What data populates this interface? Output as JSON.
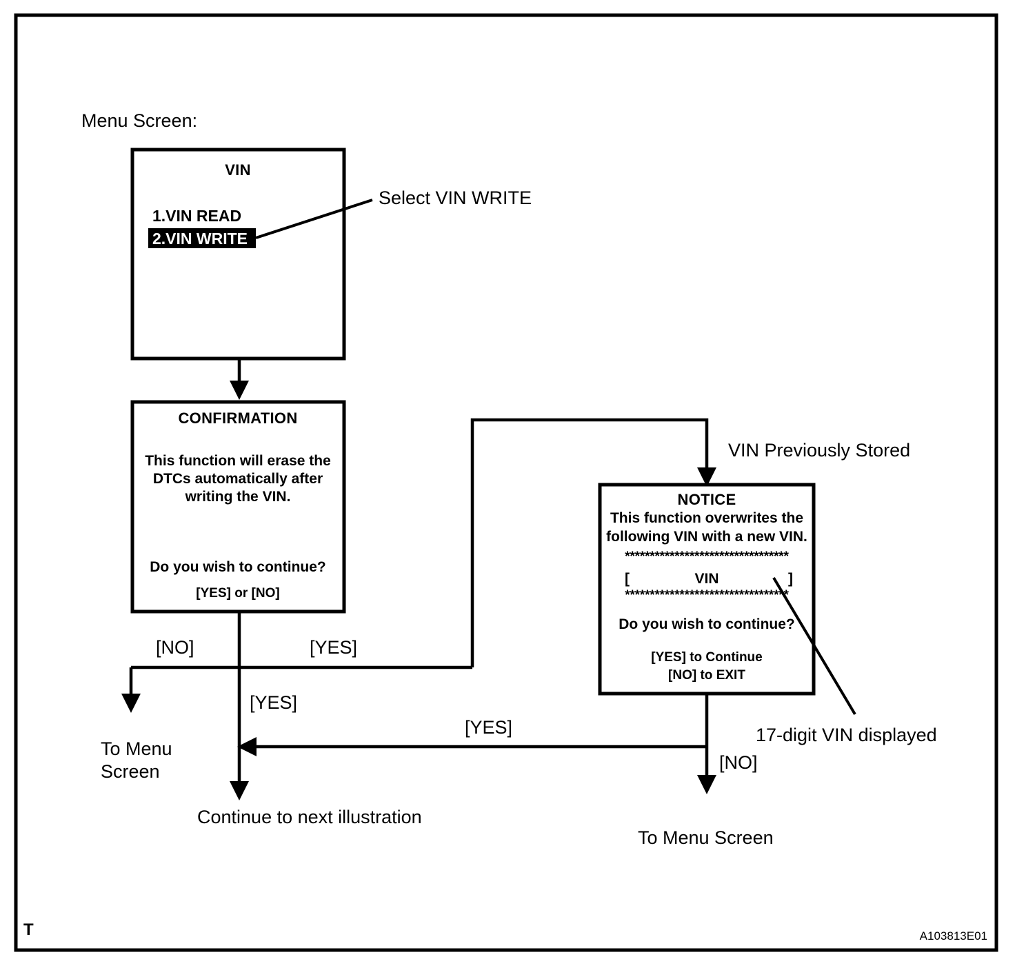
{
  "page": {
    "corner_mark": "T",
    "figure_code": "A103813E01",
    "caption": "Menu Screen:"
  },
  "screens": {
    "vin_menu": {
      "title": "VIN",
      "items": [
        {
          "label": "1.VIN READ",
          "selected": false
        },
        {
          "label": "2.VIN WRITE",
          "selected": true
        }
      ]
    },
    "confirmation": {
      "title": "CONFIRMATION",
      "body_line1": "This function will erase the",
      "body_line2": "DTCs automatically after",
      "body_line3": "writing the VIN.",
      "question": "Do you wish to continue?",
      "choices": "[YES] or [NO]"
    },
    "notice": {
      "title": "NOTICE",
      "body_line1": "This function overwrites the",
      "body_line2": "following VIN with a new VIN.",
      "separator_top": "*********************************",
      "vin_open_bracket": "[",
      "vin_value": "VIN",
      "vin_close_bracket": "]",
      "separator_bottom": "*********************************",
      "question": "Do you wish to continue?",
      "choice_yes": "[YES] to Continue",
      "choice_no": "[NO] to EXIT"
    }
  },
  "callouts": {
    "select_vin_write": "Select VIN WRITE",
    "vin_previously_stored": "VIN Previously Stored",
    "seventeen_digit_vin": "17-digit VIN displayed"
  },
  "edges": {
    "conf_no": "[NO]",
    "conf_yes_right": "[YES]",
    "conf_yes_down": "[YES]",
    "notice_yes": "[YES]",
    "notice_no": "[NO]"
  },
  "terminals": {
    "to_menu_screen_left_line1": "To Menu",
    "to_menu_screen_left_line2": "Screen",
    "continue_next_illustration": "Continue to next illustration",
    "to_menu_screen_right": "To Menu Screen"
  },
  "colors": {
    "ink": "#000000",
    "paper": "#ffffff"
  }
}
